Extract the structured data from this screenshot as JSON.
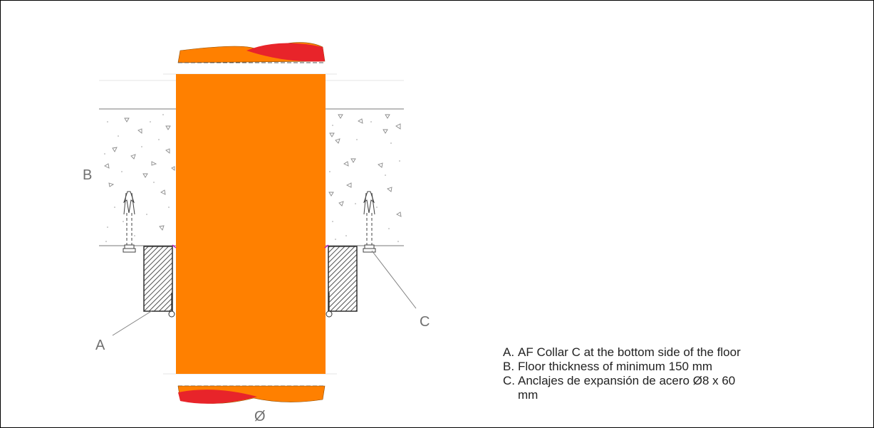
{
  "diagram": {
    "labels": {
      "a": "A",
      "b": "B",
      "c": "C",
      "diameter": "Ø"
    },
    "legend": [
      {
        "key": "A.",
        "text": "AF Collar C at the bottom side of the floor"
      },
      {
        "key": "B.",
        "text": "Floor thickness of minimum 150 mm"
      },
      {
        "key": "C.",
        "text": "Anclajes de expansión de acero Ø8 x 60 mm"
      }
    ],
    "colors": {
      "pipe": "#FF8000",
      "pipe_cut": "#E8242A",
      "slab_edge": "#7A7A7A",
      "collar": "#505050",
      "label": "#707070"
    }
  }
}
